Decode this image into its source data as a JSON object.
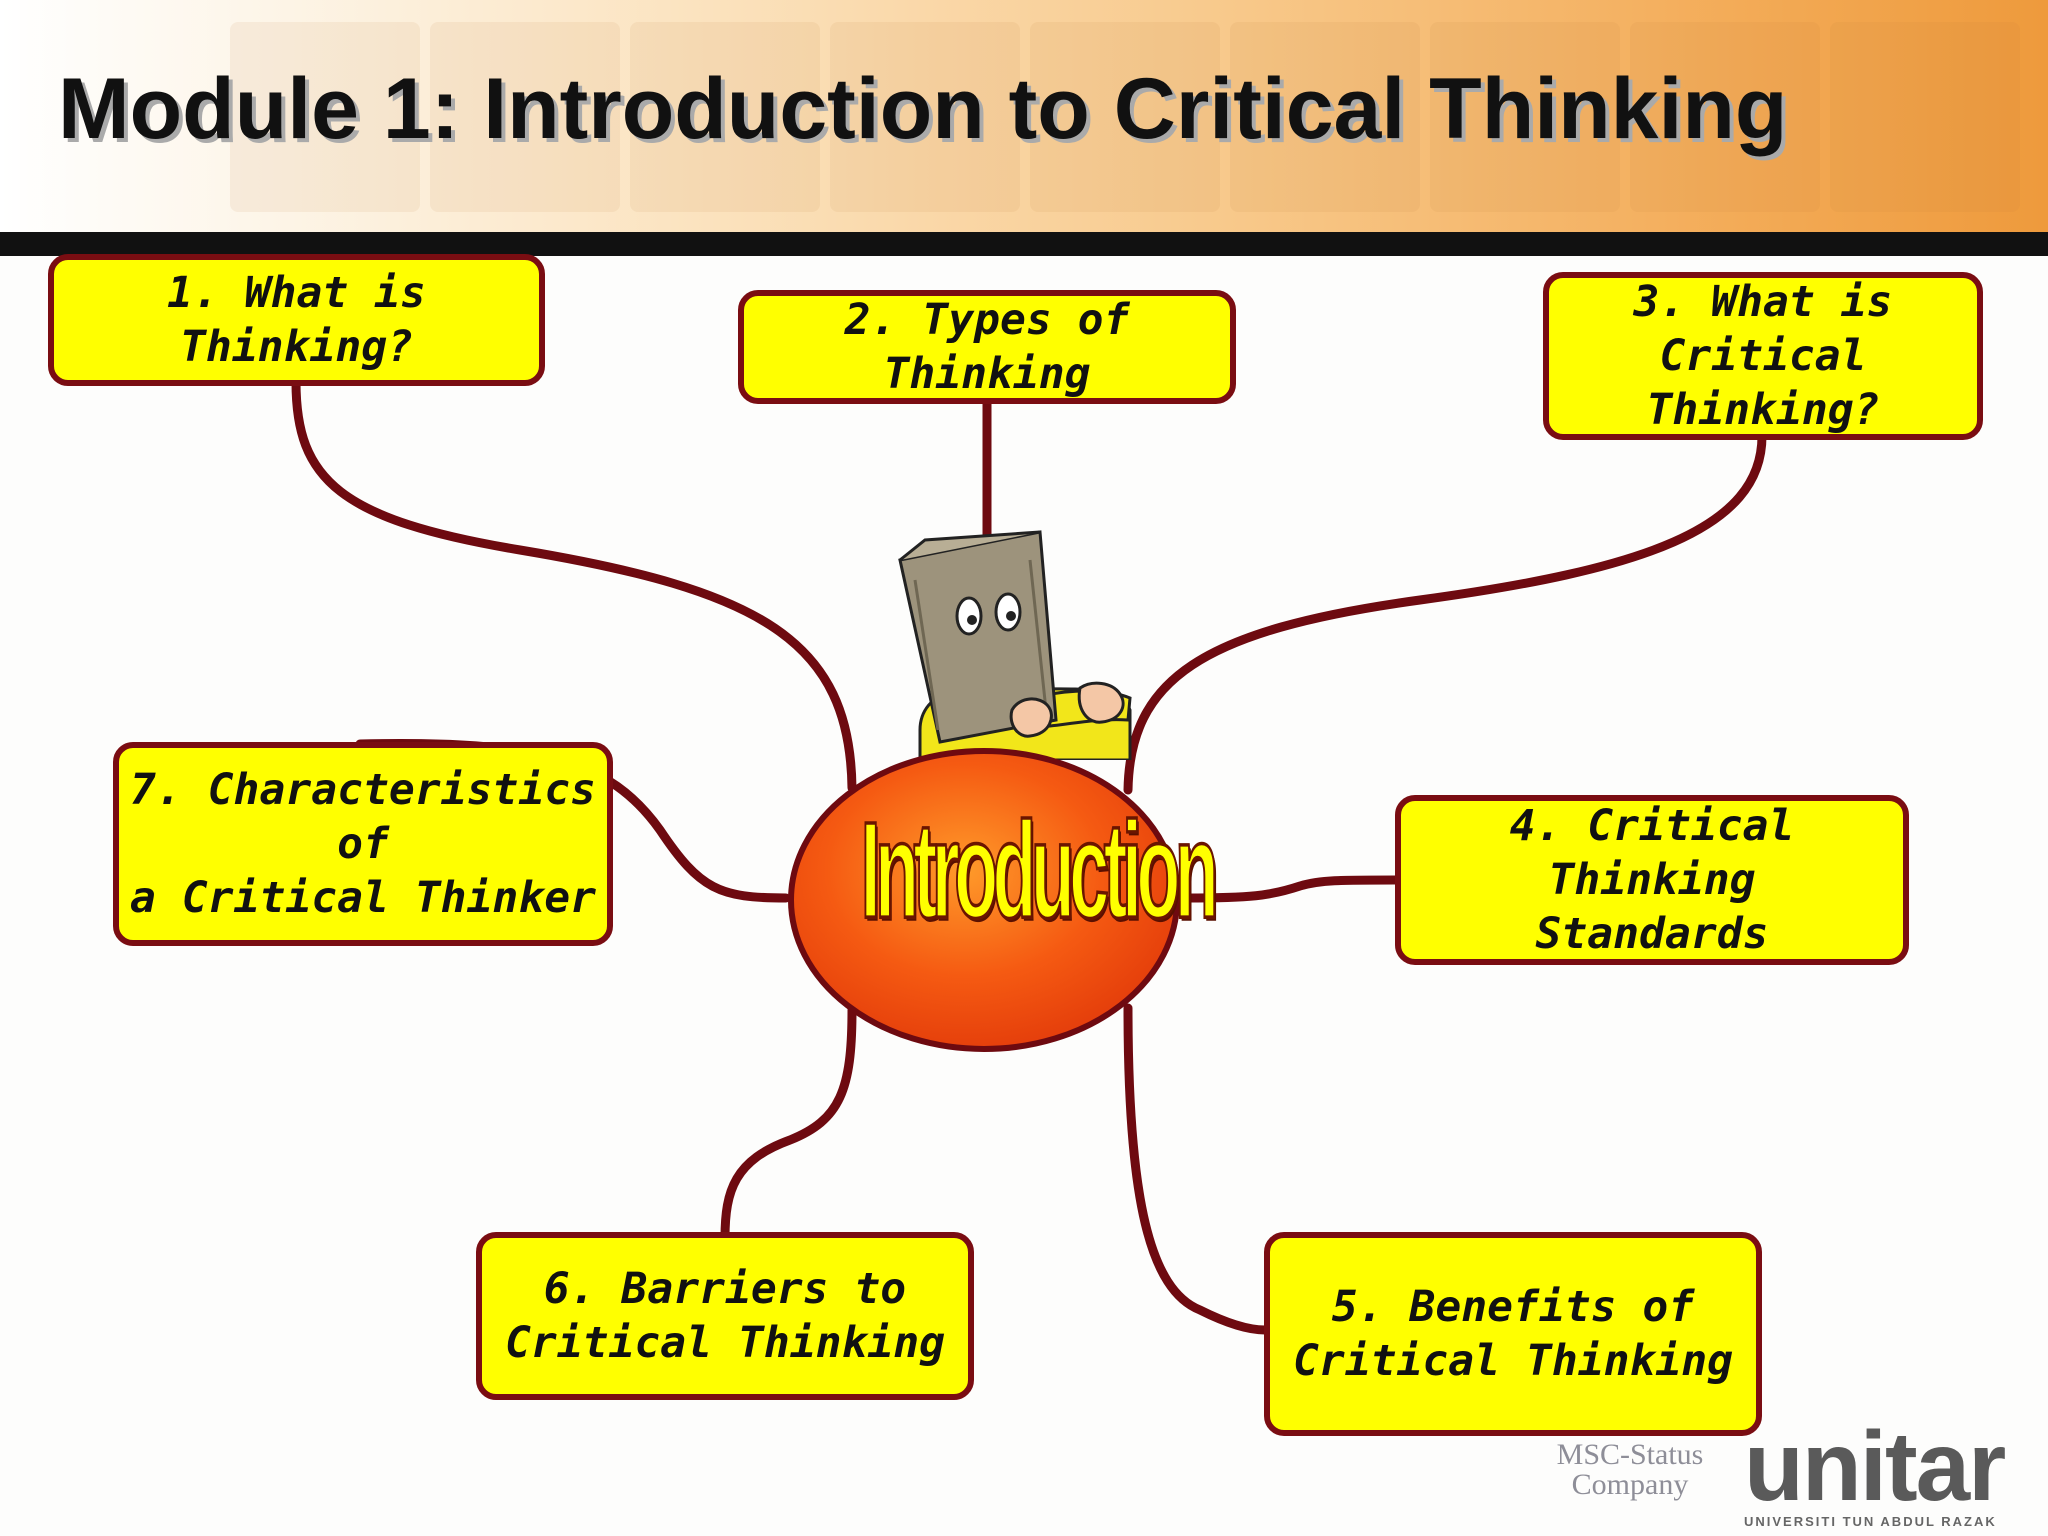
{
  "slide": {
    "title": "Module 1: Introduction to Critical Thinking"
  },
  "hub": {
    "label": "Introduction"
  },
  "topics": [
    {
      "label": "1. What is Thinking?"
    },
    {
      "label": "2. Types of Thinking"
    },
    {
      "label": "3. What is\nCritical Thinking?"
    },
    {
      "label": "4. Critical Thinking\nStandards"
    },
    {
      "label": "5. Benefits of\nCritical Thinking"
    },
    {
      "label": "6. Barriers to\nCritical Thinking"
    },
    {
      "label": "7. Characteristics of\na Critical Thinker"
    }
  ],
  "logos": {
    "msc_line1": "MSC-Status",
    "msc_line2": "Company",
    "unitar_name": "unitar",
    "unitar_full": "UNIVERSITI TUN ABDUL RAZAK"
  },
  "colors": {
    "box_fill": "#ffff00",
    "box_border": "#7a0d12",
    "connector": "#6e0a10",
    "hub_fill": "#f55a12",
    "header_band": "#111111"
  }
}
